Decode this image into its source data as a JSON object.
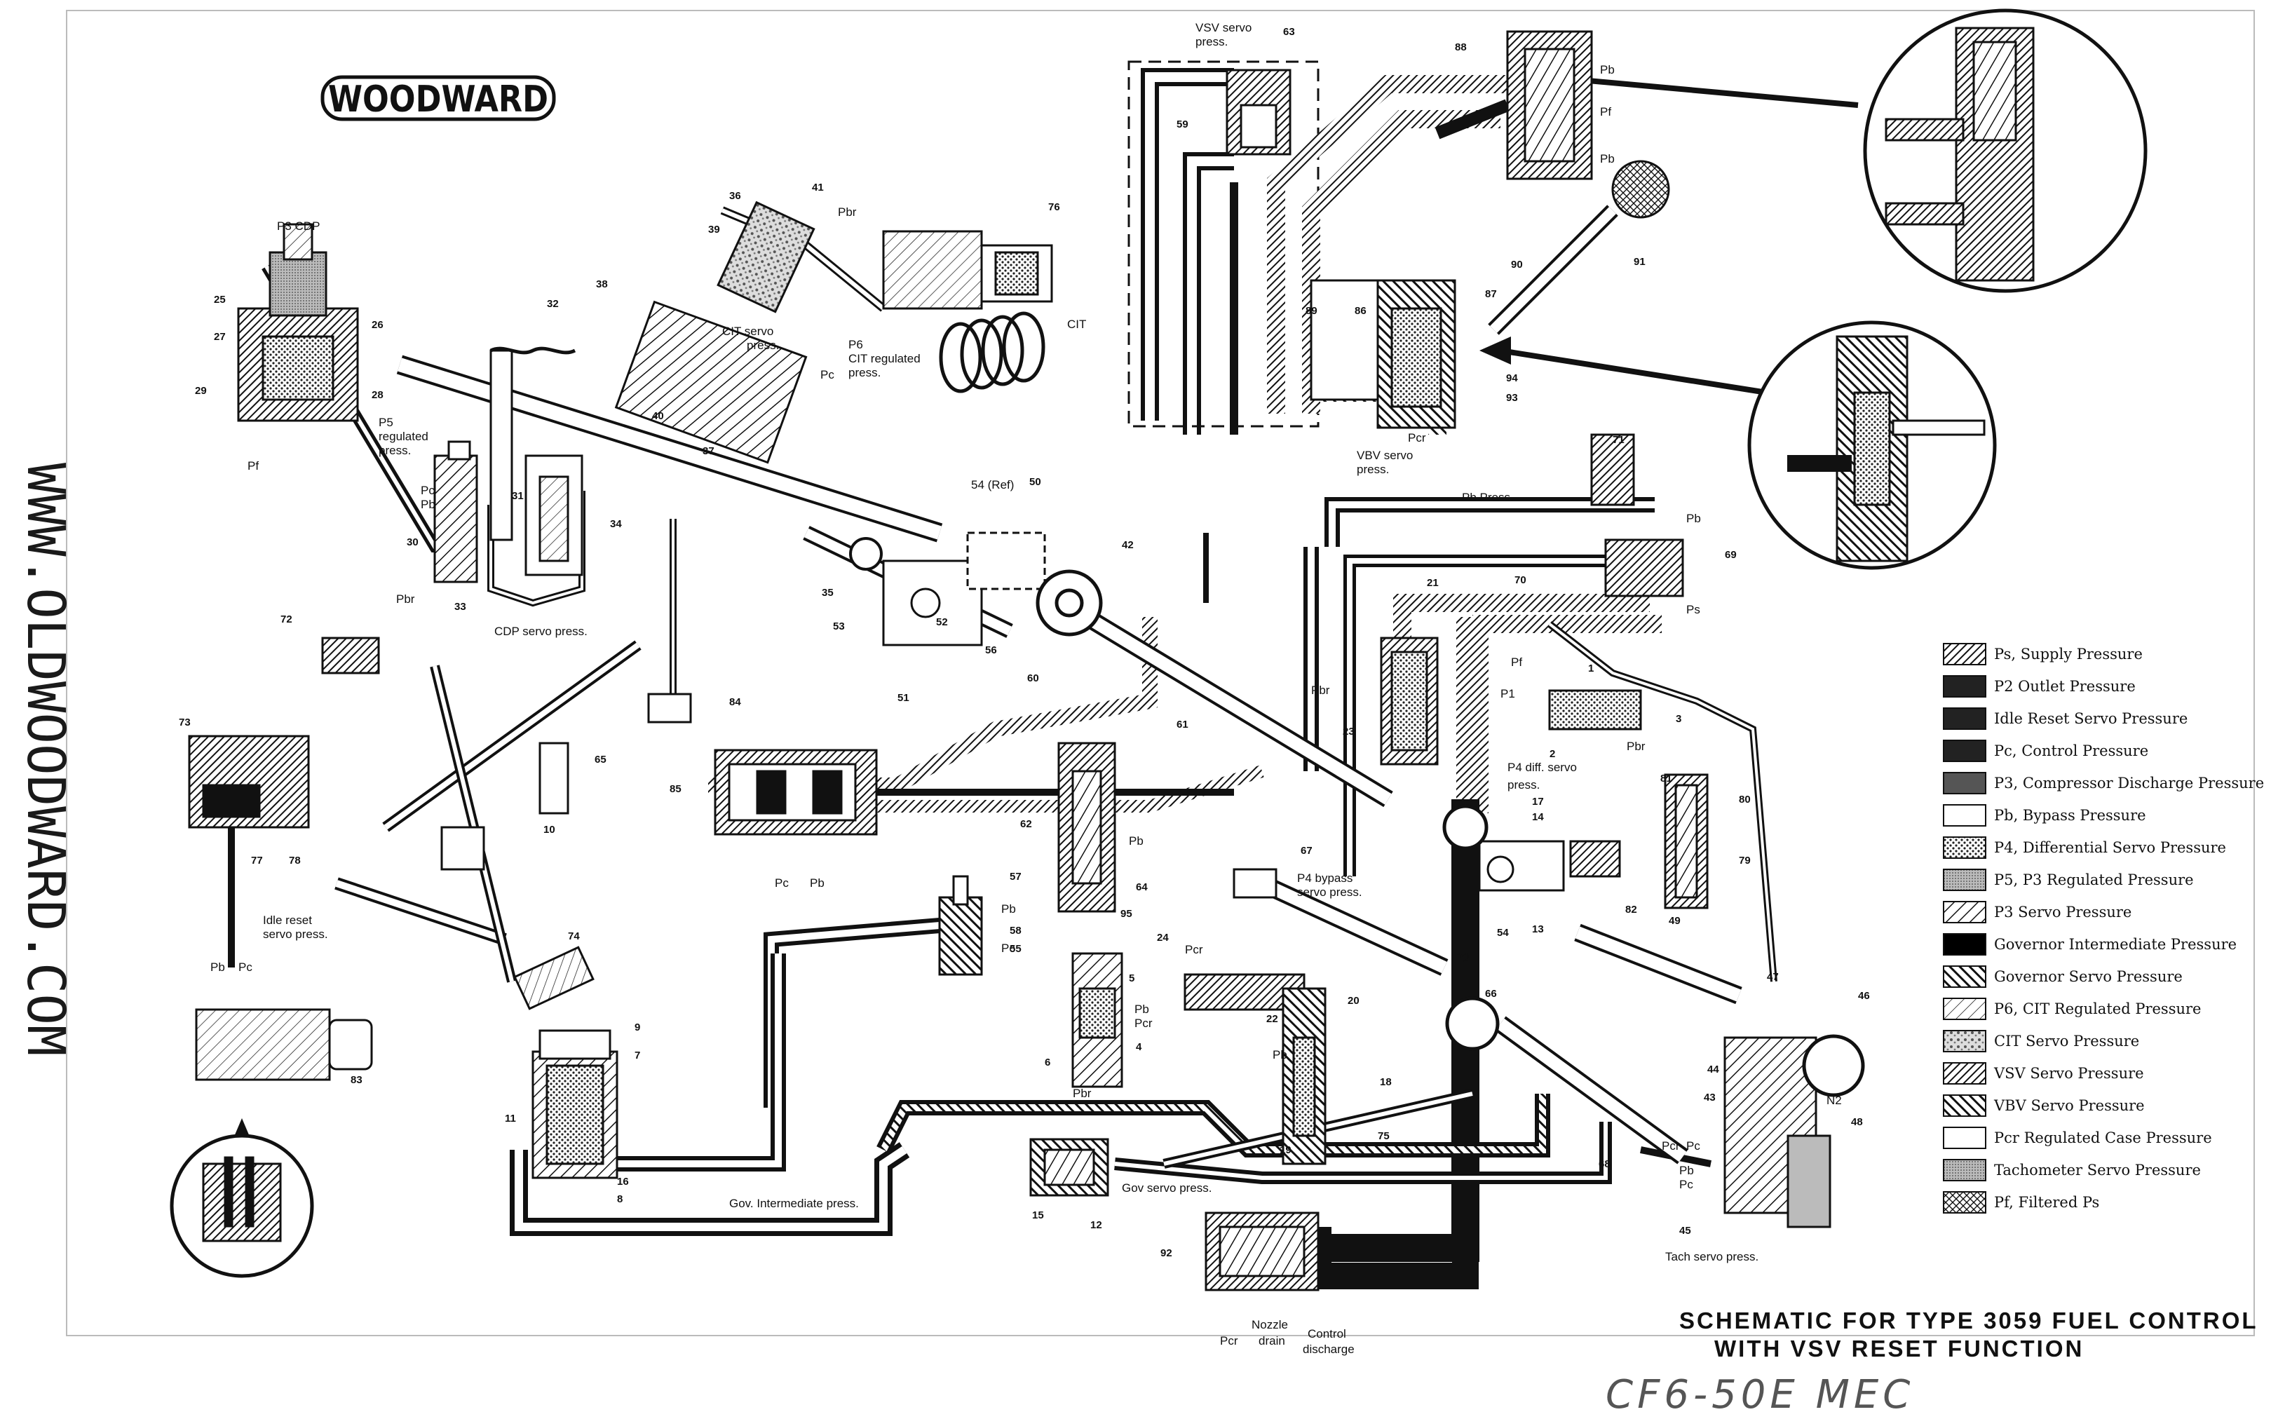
{
  "brand": "WOODWARD",
  "watermark_url": "WWW.OLDWOODWARD.COM",
  "title_line1": "SCHEMATIC FOR TYPE 3059 FUEL CONTROL",
  "title_line2": "WITH VSV RESET FUNCTION",
  "handwritten_note": "CF6-50E MEC",
  "legend": [
    {
      "label": "Ps, Supply Pressure",
      "pattern": "hatch-dense"
    },
    {
      "label": "P2 Outlet Pressure",
      "pattern": "solid-dark"
    },
    {
      "label": "Idle Reset Servo Pressure",
      "pattern": "solid-dark"
    },
    {
      "label": "Pc, Control Pressure",
      "pattern": "solid-dark"
    },
    {
      "label": "P3, Compressor Discharge Pressure",
      "pattern": "solid-grey"
    },
    {
      "label": "Pb, Bypass Pressure",
      "pattern": "blank"
    },
    {
      "label": "P4, Differential Servo Pressure",
      "pattern": "dots"
    },
    {
      "label": "P5, P3 Regulated Pressure",
      "pattern": "fine-grey"
    },
    {
      "label": "P3 Servo Pressure",
      "pattern": "hatch-wide"
    },
    {
      "label": "Governor Intermediate Pressure",
      "pattern": "solid-black"
    },
    {
      "label": "Governor Servo Pressure",
      "pattern": "hatch-thick"
    },
    {
      "label": "P6, CIT Regulated Pressure",
      "pattern": "hatch-light"
    },
    {
      "label": "CIT Servo Pressure",
      "pattern": "mottled"
    },
    {
      "label": "VSV Servo Pressure",
      "pattern": "hatch-dense"
    },
    {
      "label": "VBV Servo Pressure",
      "pattern": "hatch-thick"
    },
    {
      "label": "Pcr Regulated Case Pressure",
      "pattern": "blank"
    },
    {
      "label": "Tachometer Servo Pressure",
      "pattern": "fine-grey"
    },
    {
      "label": "Pf, Filtered Ps",
      "pattern": "crosshatch"
    }
  ],
  "labels": {
    "p3cdp": "P3 CDP",
    "p5_reg_1": "P5",
    "p5_reg_2": "regulated",
    "p5_reg_3": "press.",
    "pf": "Pf",
    "pbr": "Pbr",
    "pc": "Pc",
    "pb": "Pb",
    "pcr": "Pcr",
    "ps": "Ps",
    "p1": "P1",
    "p2": "P2",
    "n2": "N2",
    "cdp_servo": "CDP servo press.",
    "cit_servo_1": "CIT servo",
    "cit_servo_2": "press.",
    "p6_1": "P6",
    "p6_2": "CIT regulated",
    "p6_3": "press.",
    "cit": "CIT",
    "vsv_servo_1": "VSV servo",
    "vsv_servo_2": "press.",
    "vbv_servo_1": "VBV servo",
    "vbv_servo_2": "press.",
    "pb_press": "Pb Press.",
    "p4diff_1": "P4 diff. servo",
    "p4diff_2": "press.",
    "p4bypass_1": "P4 bypass",
    "p4bypass_2": "servo press.",
    "idle_reset_1": "Idle reset",
    "idle_reset_2": "servo press.",
    "gov_int": "Gov. Intermediate press.",
    "gov_servo": "Gov servo press.",
    "tach_servo": "Tach servo press.",
    "nozzle_1": "Nozzle",
    "nozzle_2": "drain",
    "control_1": "Control",
    "control_2": "discharge",
    "ref54": "54 (Ref)"
  },
  "callouts": [
    "1",
    "2",
    "3",
    "4",
    "5",
    "6",
    "7",
    "8",
    "9",
    "10",
    "11",
    "12",
    "13",
    "14",
    "15",
    "16",
    "17",
    "18",
    "19",
    "20",
    "21",
    "22",
    "23",
    "24",
    "25",
    "26",
    "27",
    "28",
    "29",
    "30",
    "31",
    "32",
    "33",
    "34",
    "35",
    "36",
    "37",
    "38",
    "39",
    "40",
    "41",
    "42",
    "43",
    "44",
    "45",
    "46",
    "47",
    "48",
    "49",
    "50",
    "51",
    "52",
    "53",
    "54",
    "55",
    "56",
    "57",
    "58",
    "59",
    "60",
    "61",
    "62",
    "63",
    "64",
    "65",
    "66",
    "67",
    "68",
    "69",
    "70",
    "71",
    "72",
    "73",
    "74",
    "75",
    "76",
    "77",
    "78",
    "79",
    "80",
    "81",
    "82",
    "83",
    "84",
    "85",
    "86",
    "87",
    "88",
    "89",
    "90",
    "91",
    "92",
    "93",
    "94",
    "95"
  ]
}
